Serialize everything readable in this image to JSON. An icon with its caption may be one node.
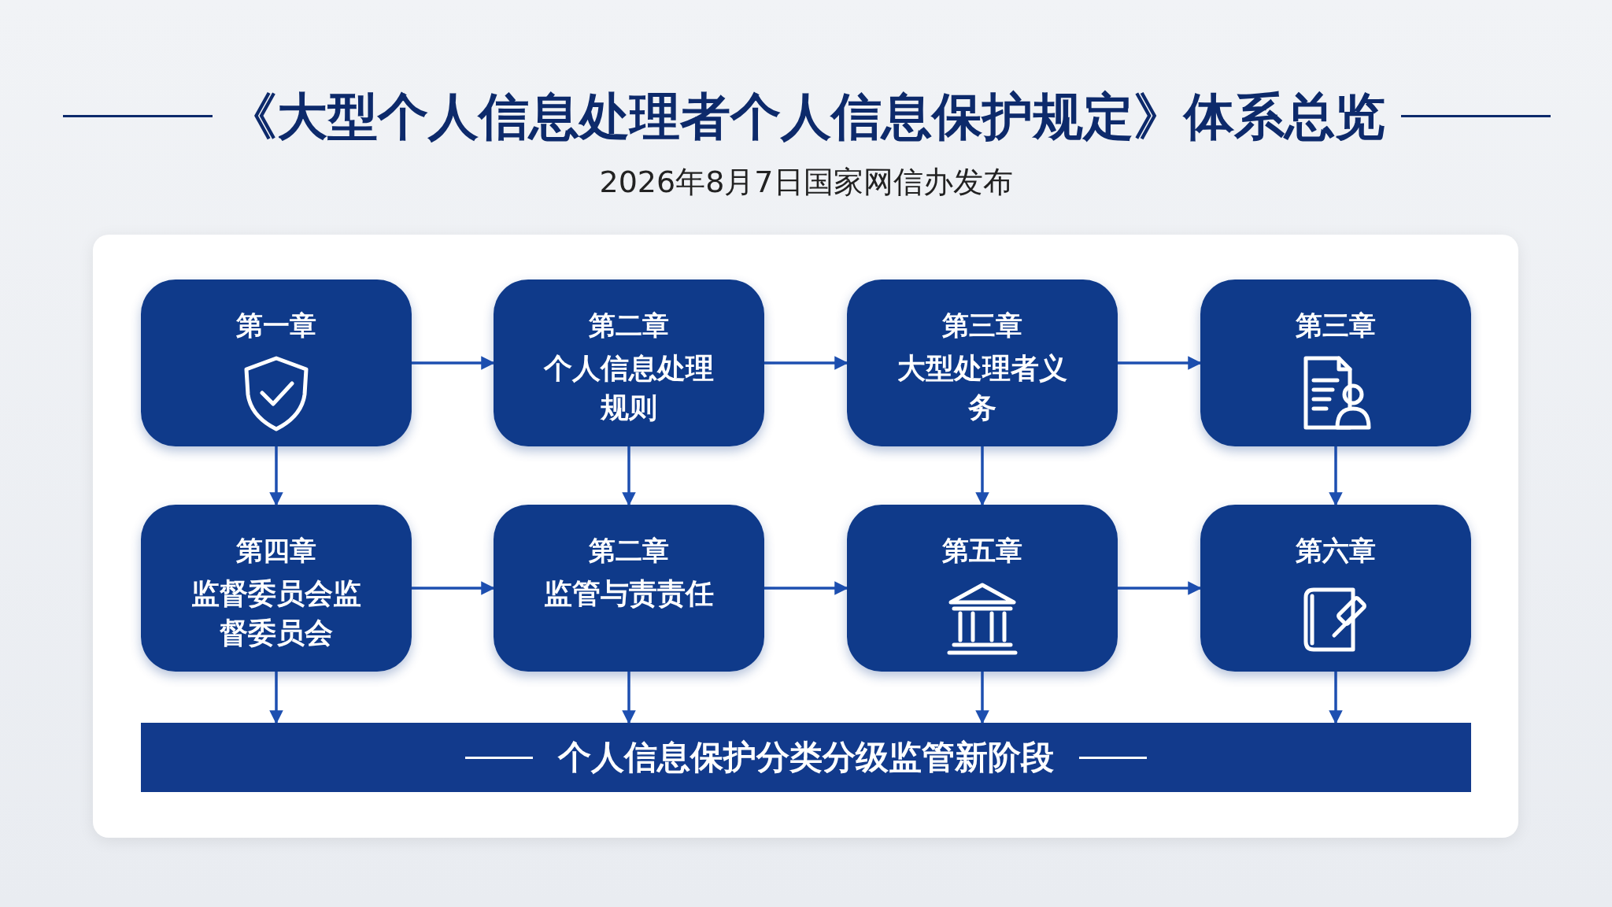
{
  "diagram": {
    "title": "《大型个人信息处理者个人信息保护规定》体系总览",
    "nodes": [
      {
        "text": [
          "第一章"
        ]
      },
      {
        "text": [
          "第二章",
          "个人信息处理规则"
        ]
      },
      {
        "text": [
          "第三章",
          "大型处理者义务"
        ]
      },
      {
        "text": [
          "第三章"
        ]
      },
      {
        "text": [
          "第四章",
          "监督委员会监督委员会"
        ]
      },
      {
        "text": [
          "第二章",
          "监管与责责任"
        ]
      },
      {
        "text": [
          "第五章"
        ]
      },
      {
        "text": [
          "第六章"
        ]
      },
      {
        "text": [
          "个人信息保护分类分级监管新阶段"
        ]
      }
    ],
    "edges": [
      {
        "from": 0,
        "to": 1,
        "arrow": "to"
      },
      {
        "from": 1,
        "to": 2,
        "arrow": "to"
      },
      {
        "from": 2,
        "to": 3,
        "arrow": "to"
      },
      {
        "from": 0,
        "to": 4,
        "arrow": "to"
      },
      {
        "from": 1,
        "to": 5,
        "arrow": "to"
      },
      {
        "from": 2,
        "to": 6,
        "arrow": "to"
      },
      {
        "from": 3,
        "to": 7,
        "arrow": "to"
      },
      {
        "from": 4,
        "to": 5,
        "arrow": "to"
      },
      {
        "from": 5,
        "to": 6,
        "arrow": "to"
      },
      {
        "from": 6,
        "to": 7,
        "arrow": "to"
      },
      {
        "from": 4,
        "to": 8,
        "arrow": "to"
      },
      {
        "from": 5,
        "to": 8,
        "arrow": "to"
      },
      {
        "from": 6,
        "to": 8,
        "arrow": "to"
      },
      {
        "from": 7,
        "to": 8,
        "arrow": "to"
      }
    ],
    "labels": [
      "2026年8月7日国家网信办发布"
    ]
  }
}
